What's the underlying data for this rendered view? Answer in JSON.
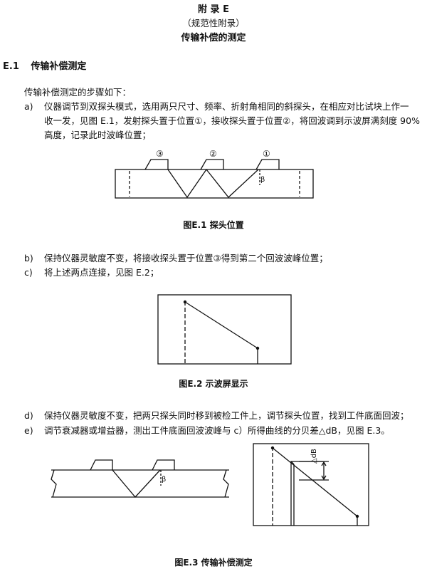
{
  "header": {
    "appendix": "附  录  E",
    "nature": "（规范性附录）",
    "title": "传输补偿的测定"
  },
  "section": {
    "number": "E.1",
    "title": "传输补偿测定"
  },
  "intro": "传输补偿测定的步骤如下：",
  "steps": [
    {
      "label": "a)",
      "lines": [
        "仪器调节到双探头模式，选用两只尺寸、频率、折射角相同的斜探头，在相应对比试块上作一",
        "收一发，见图 E.1，发射探头置于位置①，接收探头置于位置②，将回波调到示波屏满刻度 90%",
        "高度，记录此时波峰位置；"
      ]
    },
    {
      "label": "b)",
      "lines": [
        "保持仪器灵敏度不变，将接收探头置于位置③得到第二个回波波峰位置；"
      ]
    },
    {
      "label": "c)",
      "lines": [
        "将上述两点连接，见图 E.2；"
      ]
    },
    {
      "label": "d)",
      "lines": [
        "保持仪器灵敏度不变，把两只探头同时移到被检工件上，调节探头位置，找到工件底面回波；"
      ]
    },
    {
      "label": "e)",
      "lines": [
        "调节衰减器或增益器，测出工件底面回波波峰与 c）所得曲线的分贝差△dB，见图 E.3。"
      ]
    }
  ],
  "figures": {
    "e1": {
      "caption": "图E.1   探头位置",
      "positions": [
        "③",
        "②",
        "①"
      ],
      "angle": "β"
    },
    "e2": {
      "caption": "图E.2    示波屏显示"
    },
    "e3": {
      "caption": "图E.3    传输补偿测定",
      "angle": "β",
      "db_label": "△dB"
    }
  }
}
